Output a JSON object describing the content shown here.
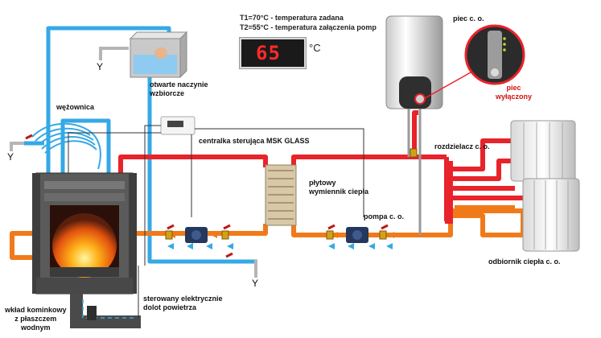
{
  "temperatures": {
    "t1": "T1=70°C - temperatura zadana",
    "t2": "T2=55°C - temperatura załączenia pomp"
  },
  "display": {
    "value": "65",
    "unit": "°C"
  },
  "labels": {
    "boiler_tank": "piec c. o.",
    "boiler_off": "piec\nwyłączony",
    "expansion_vessel": "otwarte naczynie\nwzbiorcze",
    "coil": "wężownica",
    "controller": "centralka sterująca MSK GLASS",
    "heat_exchanger": "płytowy\nwymiennik ciepła",
    "distributor": "rozdzielacz c. o.",
    "pump": "pompa c. o.",
    "receivers": "odbiornik ciepła c. o.",
    "fireplace": "wkład kominkowy\nz płaszczem\nwodnym",
    "air_intake": "sterowany elektrycznie\ndolot powietrza",
    "drain_left": "Y",
    "drain_right": "Y",
    "drain_bottom": "Y"
  },
  "colors": {
    "hot": "#e8232a",
    "return": "#f07a1a",
    "cold": "#35a9e6",
    "wire": "#333333"
  }
}
